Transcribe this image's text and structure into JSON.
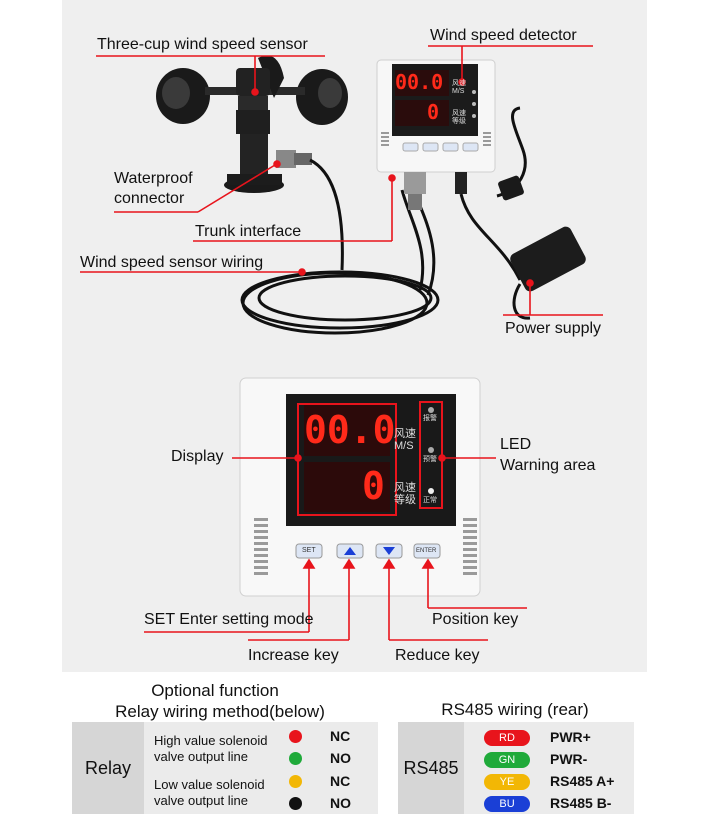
{
  "top_labels": {
    "three_cup": "Three-cup wind speed sensor",
    "detector": "Wind speed detector",
    "waterproof_1": "Waterproof",
    "waterproof_2": "connector",
    "trunk": "Trunk interface",
    "wiring": "Wind speed sensor wiring",
    "power": "Power supply"
  },
  "device_small": {
    "display_top": "00.0",
    "display_bottom": "0",
    "unit_top_1": "风速",
    "unit_top_2": "M/S",
    "unit_bottom_1": "风速",
    "unit_bottom_2": "等级"
  },
  "device_large": {
    "display_top": "00.0",
    "display_bottom": "0",
    "unit_top_1": "风速",
    "unit_top_2": "M/S",
    "unit_bottom_1": "风速",
    "unit_bottom_2": "等级",
    "led_1": "报警",
    "led_2": "预警",
    "led_3": "正常",
    "btn_set": "SET",
    "btn_enter": "ENTER"
  },
  "callouts": {
    "display": "Display",
    "led_1": "LED",
    "led_2": "Warning area",
    "set_mode": "SET Enter setting mode",
    "position_key": "Position key",
    "increase_key": "Increase key",
    "reduce_key": "Reduce key"
  },
  "relay": {
    "header_1": "Optional function",
    "header_2": "Relay wiring method(below)",
    "title": "Relay",
    "high_1": "High value solenoid",
    "high_2": "valve output line",
    "low_1": "Low value solenoid",
    "low_2": "valve output line",
    "rows": [
      {
        "code": "NC",
        "color": "#e8141c"
      },
      {
        "code": "NO",
        "color": "#1faa3a"
      },
      {
        "code": "NC",
        "color": "#f2b705"
      },
      {
        "code": "NO",
        "color": "#111111"
      }
    ]
  },
  "rs485": {
    "header": "RS485 wiring (rear)",
    "title": "RS485",
    "rows": [
      {
        "tag": "RD",
        "signal": "PWR+",
        "color": "#e8141c"
      },
      {
        "tag": "GN",
        "signal": "PWR-",
        "color": "#1faa3a"
      },
      {
        "tag": "YE",
        "signal": "RS485 A+",
        "color": "#f2b705"
      },
      {
        "tag": "BU",
        "signal": "RS485 B-",
        "color": "#1a3fd6"
      }
    ]
  },
  "colors": {
    "callout_red": "#e8141c",
    "segment_red": "#ff2a1a",
    "panel_bg": "#efefef"
  }
}
